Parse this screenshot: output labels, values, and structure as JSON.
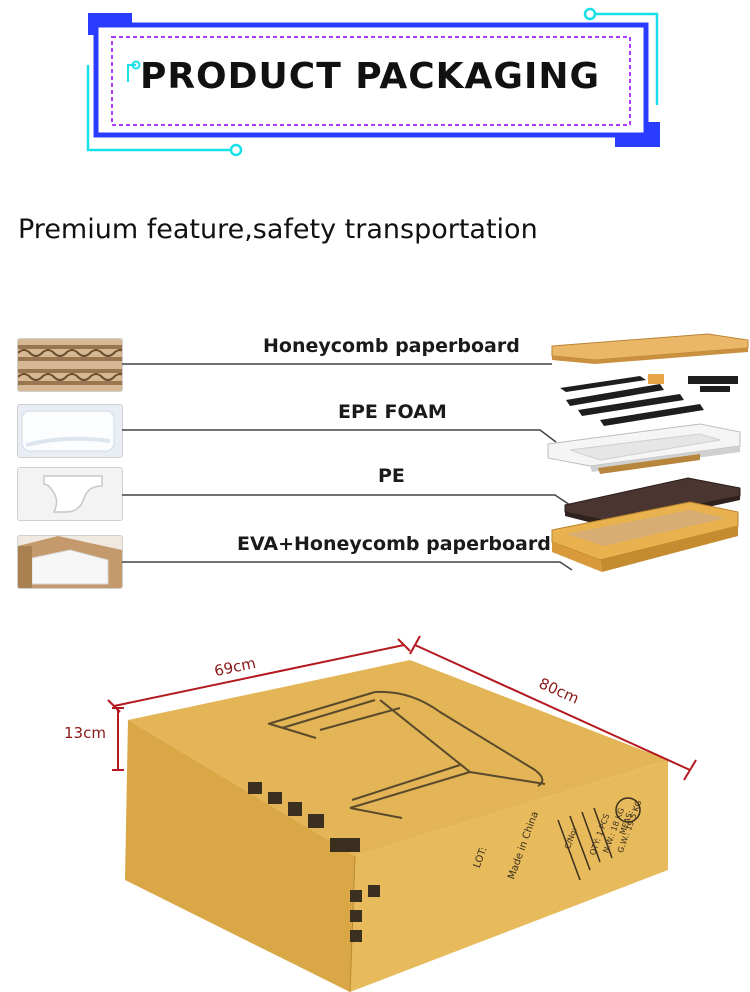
{
  "banner": {
    "title": "PRODUCT PACKAGING"
  },
  "subtitle": "Premium feature,safety transportation",
  "layers": [
    {
      "label": "Honeycomb paperboard"
    },
    {
      "label": "EPE FOAM"
    },
    {
      "label": "PE"
    },
    {
      "label": "EVA+Honeycomb paperboard"
    }
  ],
  "box": {
    "width_label": "69cm",
    "length_label": "80cm",
    "height_label": "13cm",
    "side_text": [
      "Made in China",
      "LOT:"
    ],
    "top_text": [
      "QTY: 1 PCS",
      "N.W.: 18 KG",
      "G.W.: 19.5 KG",
      "MEAS:",
      "C/No:"
    ]
  },
  "colors": {
    "banner_blue": "#2a3cff",
    "banner_cyan": "#19e0e8",
    "banner_purple": "#b13cff",
    "cardboard": "#e0b248",
    "cardboard_dark": "#c9962f",
    "dimension_line": "#b3191f"
  }
}
